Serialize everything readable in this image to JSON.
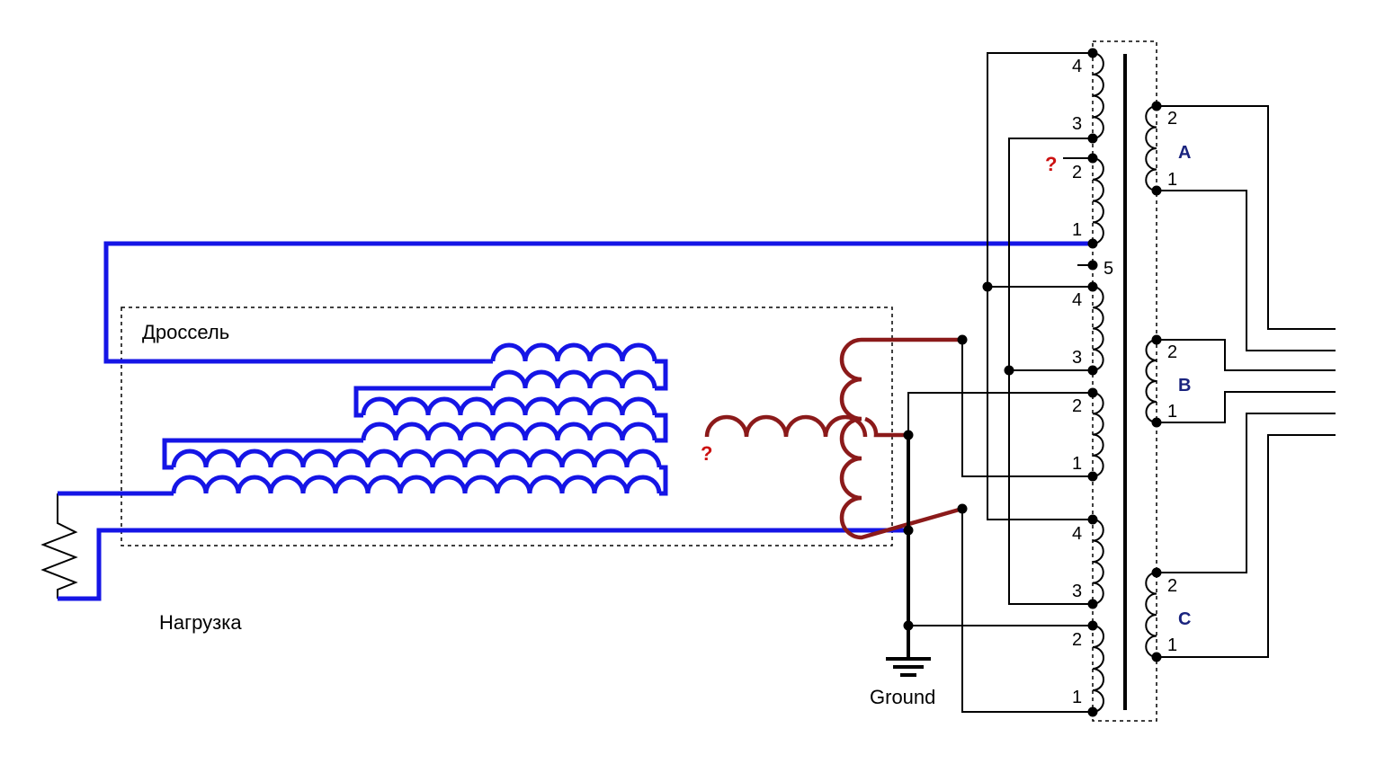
{
  "labels": {
    "choke": "Дроссель",
    "load": "Нагрузка",
    "ground": "Ground",
    "question": "?"
  },
  "phases": [
    "A",
    "B",
    "C"
  ],
  "primary_group_pins": [
    "4",
    "3",
    "2",
    "1"
  ],
  "center_tap_pin": "5",
  "secondary_pins": [
    "2",
    "1"
  ],
  "colors": {
    "choke_winding": "#1515e6",
    "control_winding": "#8b1a1a",
    "phase_label": "#1a237e",
    "question_mark": "#cc1111"
  }
}
